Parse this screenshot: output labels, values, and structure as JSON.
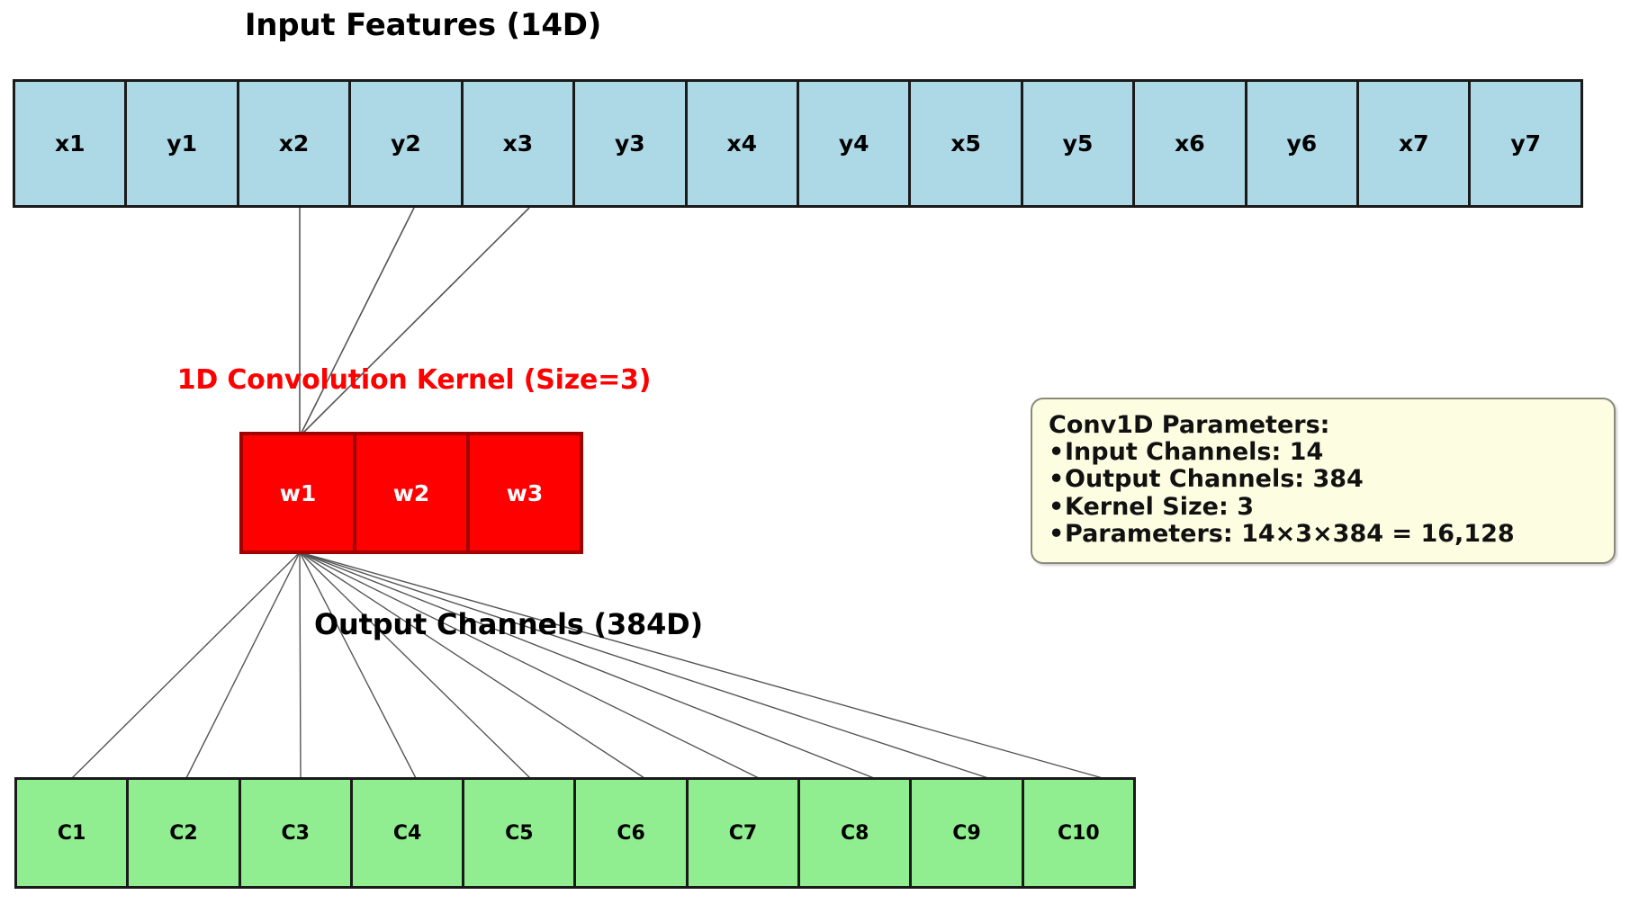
{
  "diagram": {
    "title_input": "Input Features (14D)",
    "title_kernel": "1D Convolution Kernel (Size=3)",
    "title_output": "Output Channels (384D)",
    "colors": {
      "input_fill": "#add8e6",
      "kernel_fill": "#ff0000",
      "kernel_border": "#a00000",
      "output_fill": "#90ee90",
      "kernel_title": "#ff0000",
      "infobox_fill": "#fdfde2",
      "connector": "#555555"
    }
  },
  "input_features": [
    {
      "label": "x1"
    },
    {
      "label": "y1"
    },
    {
      "label": "x2"
    },
    {
      "label": "y2"
    },
    {
      "label": "x3"
    },
    {
      "label": "y3"
    },
    {
      "label": "x4"
    },
    {
      "label": "y4"
    },
    {
      "label": "x5"
    },
    {
      "label": "y5"
    },
    {
      "label": "x6"
    },
    {
      "label": "y6"
    },
    {
      "label": "x7"
    },
    {
      "label": "y7"
    }
  ],
  "kernel_weights": [
    {
      "label": "w1"
    },
    {
      "label": "w2"
    },
    {
      "label": "w3"
    }
  ],
  "output_channels": [
    {
      "label": "C1"
    },
    {
      "label": "C2"
    },
    {
      "label": "C3"
    },
    {
      "label": "C4"
    },
    {
      "label": "C5"
    },
    {
      "label": "C6"
    },
    {
      "label": "C7"
    },
    {
      "label": "C8"
    },
    {
      "label": "C9"
    },
    {
      "label": "C10"
    }
  ],
  "params_box": {
    "heading": "Conv1D Parameters:",
    "items": [
      "Input Channels: 14",
      "Output Channels: 384",
      "Kernel Size: 3",
      "Parameters: 14×3×384 = 16,128"
    ]
  },
  "chart_data": {
    "type": "diagram",
    "title": "Conv1D layer structure",
    "layers": [
      {
        "name": "Input Features",
        "dim": 14,
        "labels": [
          "x1",
          "y1",
          "x2",
          "y2",
          "x3",
          "y3",
          "x4",
          "y4",
          "x5",
          "y5",
          "x6",
          "y6",
          "x7",
          "y7"
        ]
      },
      {
        "name": "1D Convolution Kernel",
        "dim": 3,
        "labels": [
          "w1",
          "w2",
          "w3"
        ]
      },
      {
        "name": "Output Channels",
        "dim": 384,
        "shown": 10,
        "labels": [
          "C1",
          "C2",
          "C3",
          "C4",
          "C5",
          "C6",
          "C7",
          "C8",
          "C9",
          "C10"
        ]
      }
    ],
    "connections_in": 3,
    "connections_out": 10,
    "parameter_count": 16128
  }
}
